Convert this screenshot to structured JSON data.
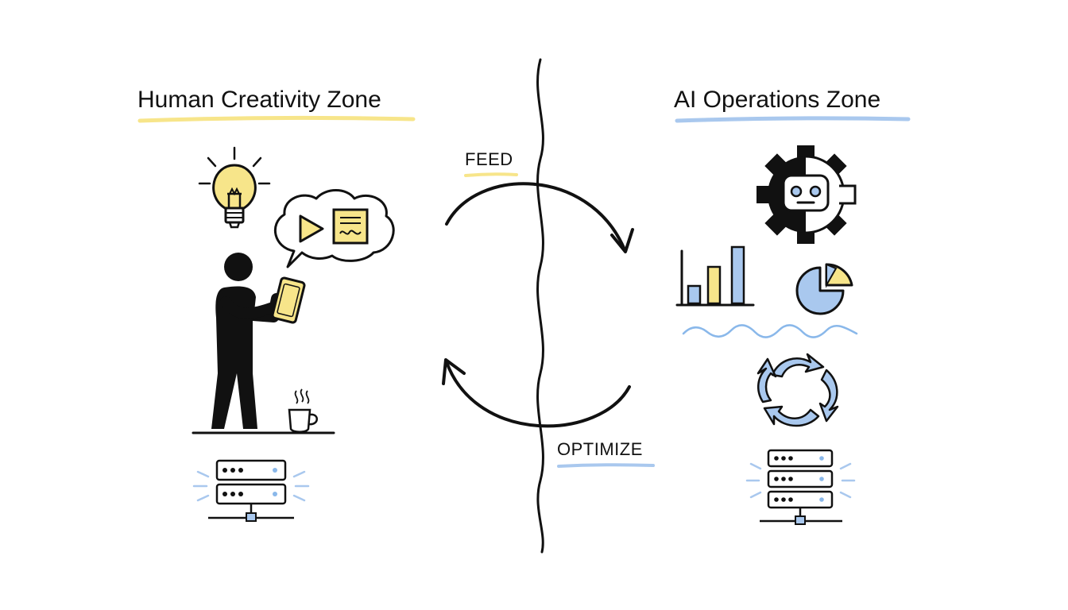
{
  "zones": {
    "human": {
      "title": "Human Creativity Zone",
      "underline_color": "#f7e58a"
    },
    "ai": {
      "title": "AI Operations Zone",
      "underline_color": "#a9c8ee"
    }
  },
  "flow": {
    "feed_label": "FEED",
    "optimize_label": "OPTIMIZE"
  },
  "icons": {
    "human": [
      "lightbulb-icon",
      "thought-bubble-icon",
      "play-icon",
      "document-icon",
      "person-icon",
      "tablet-icon",
      "coffee-cup-icon",
      "server-icon"
    ],
    "ai": [
      "robot-gear-icon",
      "bar-chart-icon",
      "pie-chart-icon",
      "wave-icon",
      "refresh-cycle-icon",
      "server-icon"
    ]
  },
  "colors": {
    "accent_yellow": "#f7e58a",
    "accent_blue": "#a9c8ee",
    "ink": "#111111"
  }
}
